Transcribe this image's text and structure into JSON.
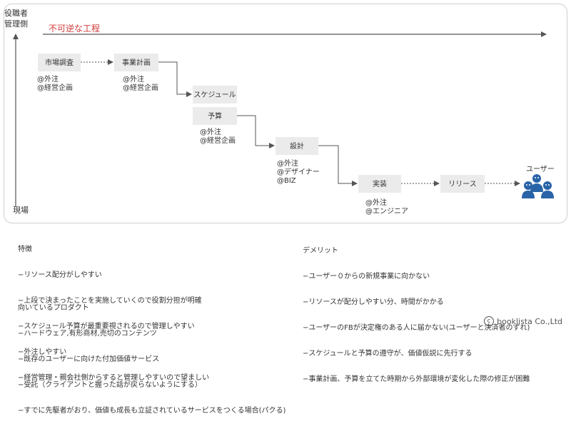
{
  "axis": {
    "top_label_1": "役職者",
    "top_label_2": "管理側",
    "bottom_label": "現場"
  },
  "title": "不可逆な工程",
  "steps": {
    "market_research": "市場調査",
    "business_plan": "事業計画",
    "schedule": "スケジュール",
    "budget": "予算",
    "design": "設計",
    "implementation": "実装",
    "release": "リリース"
  },
  "notes": {
    "market_research": [
      "@外注",
      "@経営企画"
    ],
    "business_plan": [
      "@外注",
      "@経営企画"
    ],
    "budget": [
      "@外注",
      "@経営企画"
    ],
    "design": [
      "@外注",
      "@デザイナー",
      "@BIZ"
    ],
    "implementation": [
      "@外注",
      "@エンジニア"
    ]
  },
  "users_label": "ユーザー",
  "features": {
    "title": "特徴",
    "items": [
      "−リソース配分がしやすい",
      "−上段で決まったことを実施していくので役割分担が明確",
      "−スケジュール予算が最重要視されるので管理しやすい",
      "−外注しやすい",
      "−経営管理・親会社側からすると管理しやすいので望ましい"
    ]
  },
  "suitable": {
    "title": "向いているプロダクト",
    "items": [
      "−ハードウェア,有形商材,売切のコンテンツ",
      "−既存のユーザーに向けた付加価値サービス",
      "−受託（クライアントと握った話が戻らないようにする）",
      "−すでに先駆者がおり、価値も成長も立証されているサービスをつくる場合(パクる)"
    ]
  },
  "demerits": {
    "title": "デメリット",
    "items": [
      "−ユーザー０からの新規事業に向かない",
      "−リソースが配分しやすい分、時間がかかる",
      "−ユーザーのFBが決定権のある人に届かない(ユーザーと決済者のずれ)",
      "−スケジュールと予算の遵守が、価値仮説に先行する",
      "−事業計画、予算を立てた時期から外部環境が変化した際の修正が困難"
    ]
  },
  "copyright": "booklista Co.,Ltd",
  "colors": {
    "box_fill": "#ebebeb",
    "title_red": "#d23a3a",
    "user_blue": "#2a64a8"
  }
}
